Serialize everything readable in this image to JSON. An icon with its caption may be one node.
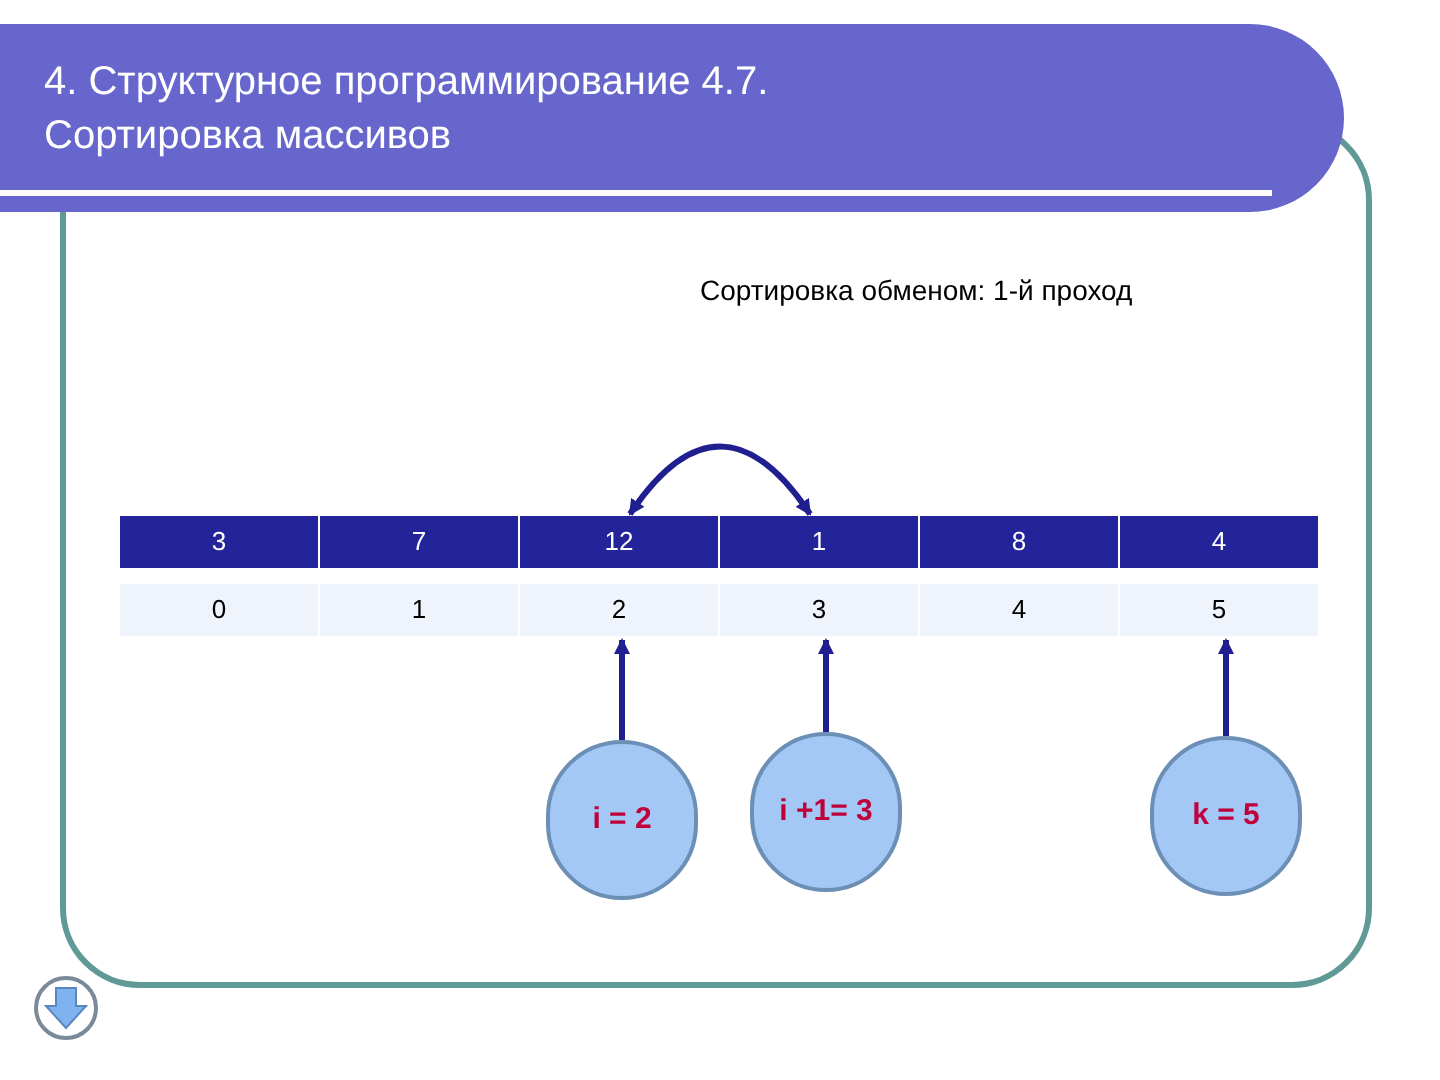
{
  "diagram": {
    "title": "4. Структурное программирование 4.7. Сортировка массивов",
    "nodes": [
      {
        "text": [
          "3"
        ]
      },
      {
        "text": [
          "7"
        ]
      },
      {
        "text": [
          "12"
        ]
      },
      {
        "text": [
          "1"
        ]
      },
      {
        "text": [
          "8"
        ]
      },
      {
        "text": [
          "4"
        ]
      },
      {
        "text": [
          "0"
        ]
      },
      {
        "text": [
          "1"
        ]
      },
      {
        "text": [
          "2"
        ]
      },
      {
        "text": [
          "3"
        ]
      },
      {
        "text": [
          "4"
        ]
      },
      {
        "text": [
          "5"
        ]
      },
      {
        "text": [
          "i = 2"
        ]
      },
      {
        "text": [
          "i +1= 3"
        ]
      },
      {
        "text": [
          "k = 5"
        ]
      }
    ],
    "edges": [
      {
        "from": 3,
        "to": 2,
        "arrow": "both"
      },
      {
        "from": 12,
        "to": 8,
        "arrow": "to"
      },
      {
        "from": 13,
        "to": 9,
        "arrow": "to"
      },
      {
        "from": 14,
        "to": 11,
        "arrow": "to"
      }
    ],
    "labels": [
      "Сортировка обменом: 1-й проход"
    ]
  }
}
